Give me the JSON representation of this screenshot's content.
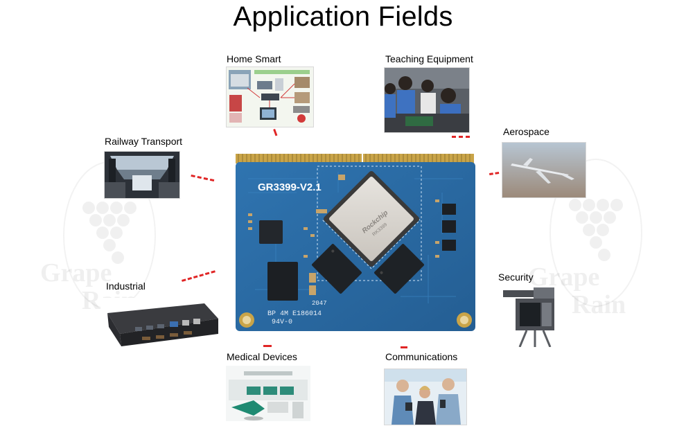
{
  "title": "Application Fields",
  "fields": [
    {
      "label": "Home Smart"
    },
    {
      "label": "Teaching Equipment"
    },
    {
      "label": "Railway Transport"
    },
    {
      "label": "Aerospace"
    },
    {
      "label": "Industrial"
    },
    {
      "label": "Security"
    },
    {
      "label": "Medical Devices"
    },
    {
      "label": "Communications"
    }
  ],
  "board": {
    "model": "GR3399-V2.1",
    "chip_brand": "Rockchip",
    "chip_model": "RK3399",
    "marking_1": "BP 4M E186014",
    "marking_2": "94V-0",
    "marking_3": "2047"
  },
  "watermark": {
    "line1": "Grape",
    "line2": "Rain"
  },
  "colors": {
    "pcb": "#2b6aa3",
    "connector": "#c9a448",
    "dash": "#e02525"
  }
}
